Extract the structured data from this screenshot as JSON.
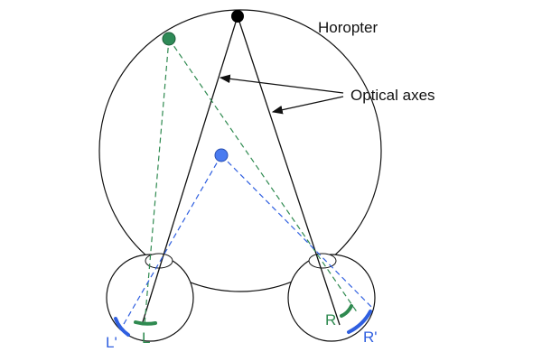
{
  "labels": {
    "horopter": "Horopter",
    "optical_axes": "Optical axes",
    "left_eye_point": "L'",
    "left_eye_point_green": "L",
    "right_eye_point_green": "R",
    "right_eye_point": "R'"
  },
  "colors": {
    "line": "#111111",
    "blue": "#2f5fe0",
    "green": "#2f8a50",
    "blue_dot": "#4a7bf0",
    "green_dot": "#2e8a57"
  }
}
